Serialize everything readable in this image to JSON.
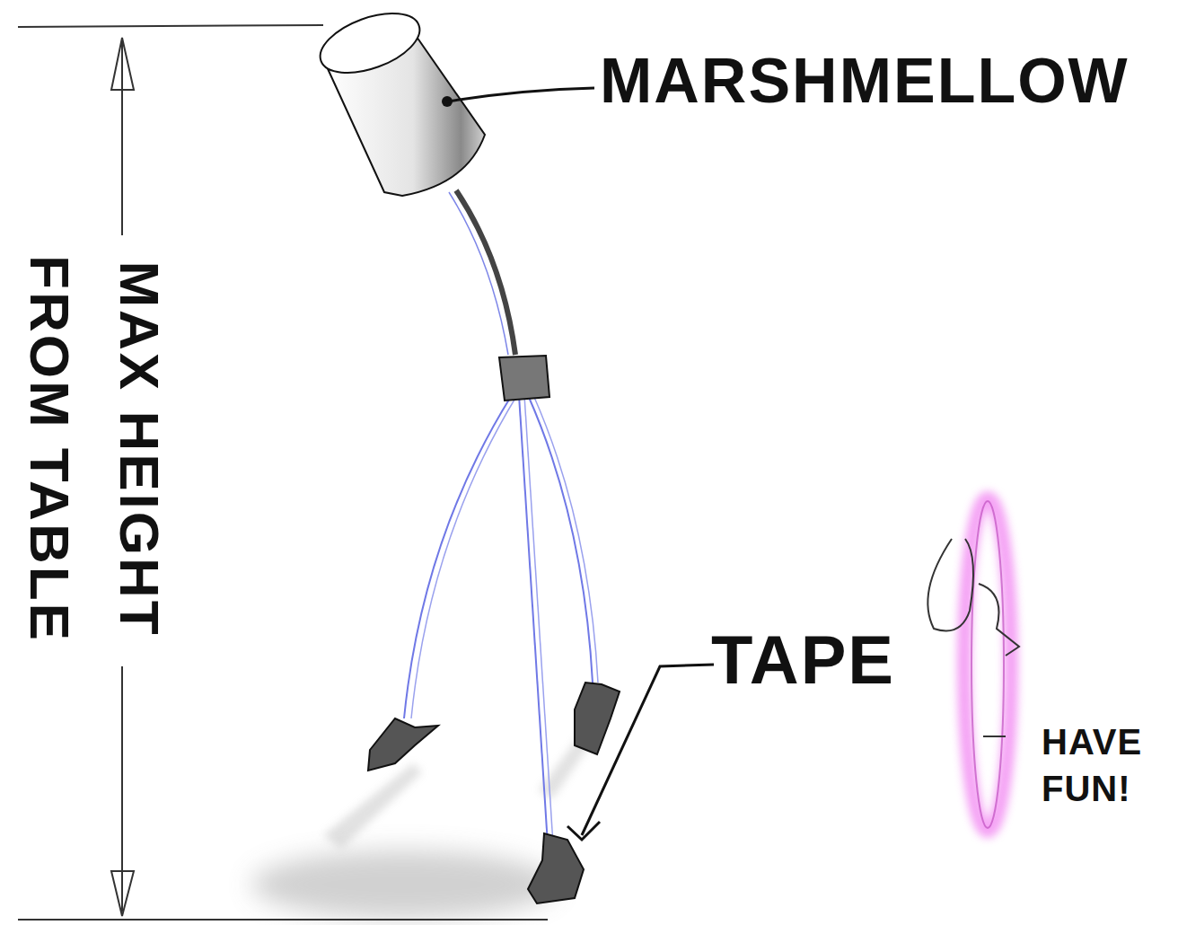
{
  "diagram": {
    "labels": [
      "MARSHMELLOW",
      "MAX HEIGHT FROM TABLE",
      "TAPE",
      "HAVE FUN!"
    ]
  }
}
